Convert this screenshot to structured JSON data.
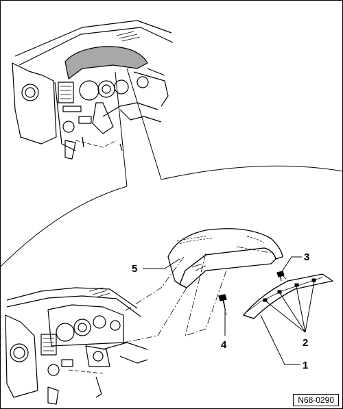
{
  "callouts": [
    {
      "id": "1",
      "label": "1"
    },
    {
      "id": "2",
      "label": "2"
    },
    {
      "id": "3",
      "label": "3"
    },
    {
      "id": "4",
      "label": "4"
    },
    {
      "id": "5",
      "label": "5"
    }
  ],
  "figure_ref": "N68-0290",
  "colors": {
    "line": "#000000",
    "shade": "#a8a8a8",
    "background": "#ffffff"
  }
}
